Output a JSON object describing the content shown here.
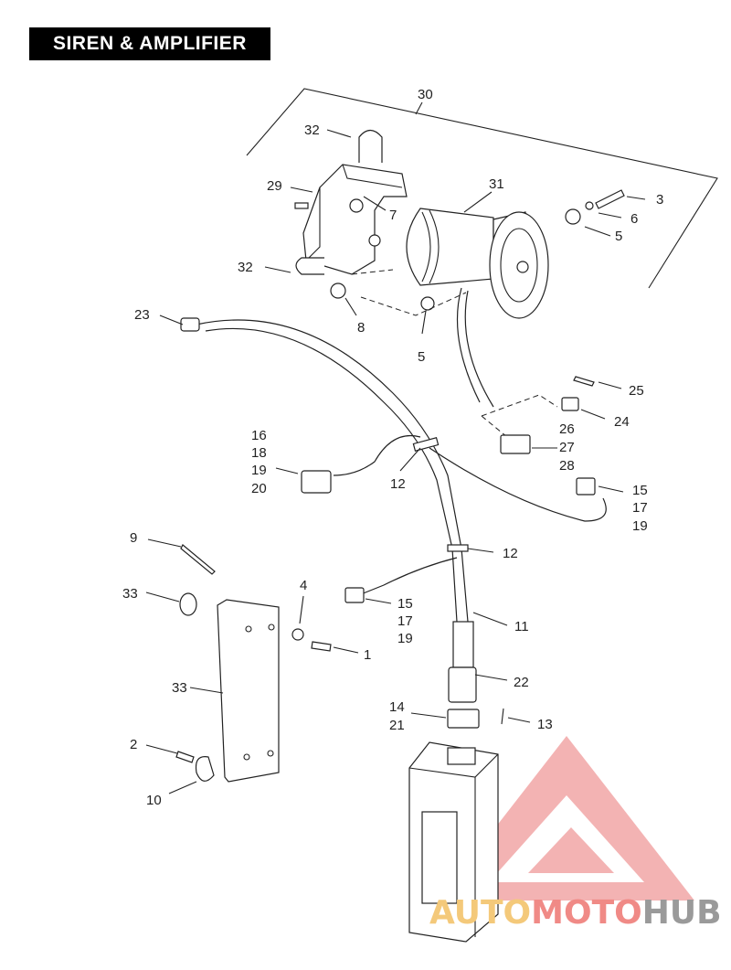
{
  "title": "SIREN & AMPLIFIER",
  "callouts": {
    "c1": "1",
    "c2": "2",
    "c3": "3",
    "c4": "4",
    "c5a": "5",
    "c5b": "5",
    "c6": "6",
    "c7": "7",
    "c8": "8",
    "c9": "9",
    "c10": "10",
    "c11": "11",
    "c12a": "12",
    "c12b": "12",
    "c13": "13",
    "c14": "14",
    "c15a": "15",
    "c15b": "15",
    "c16": "16",
    "c17a": "17",
    "c17b": "17",
    "c18": "18",
    "c19a": "19",
    "c19b": "19",
    "c20": "20",
    "c21": "21",
    "c22": "22",
    "c23": "23",
    "c24": "24",
    "c25": "25",
    "c26": "26",
    "c27": "27",
    "c28": "28",
    "c29": "29",
    "c30": "30",
    "c31": "31",
    "c32a": "32",
    "c32b": "32",
    "c33a": "33",
    "c33b": "33"
  },
  "watermark": {
    "part1": "AUTO",
    "part2": "MOTO",
    "part3": "HUB",
    "colors": {
      "auto": "#f4c97a",
      "moto": "#f08a86",
      "hub": "#9a9a9a",
      "logo": "#f09a9a"
    }
  }
}
